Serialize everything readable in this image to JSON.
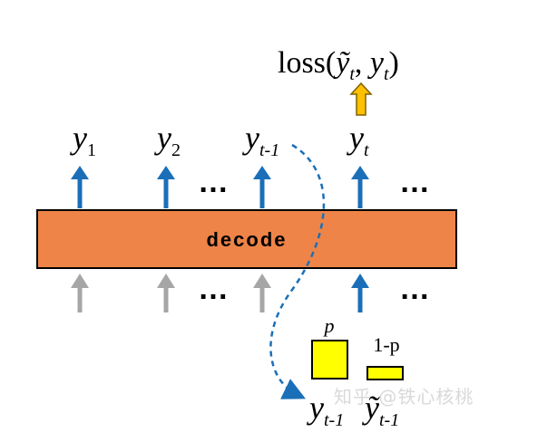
{
  "loss": {
    "prefix": "loss(",
    "y_tilde": "ỹ",
    "sub_t1": "t",
    "sep": ", ",
    "y": "y",
    "sub_t2": "t",
    "suffix": ")"
  },
  "outputs": [
    {
      "base": "y",
      "sub": "1"
    },
    {
      "base": "y",
      "sub": "2"
    },
    {
      "base": "y",
      "sub": "t-1"
    },
    {
      "base": "y",
      "sub": "t"
    }
  ],
  "ellipsis": "…",
  "decoder": {
    "label": "decode"
  },
  "sampling": {
    "p_label": "p",
    "one_minus_p_label": "1-p",
    "gold": {
      "base": "y",
      "sub": "t-1"
    },
    "pred": {
      "base": "ỹ",
      "sub": "t-1"
    }
  },
  "watermark": "知乎 @铁心核桃",
  "colors": {
    "decoder_fill": "#ee8448",
    "arrow_blue": "#1a6fb8",
    "arrow_gray": "#a6a6a6",
    "box_yellow": "#ffff00",
    "loss_arrow": "#ffc000"
  }
}
